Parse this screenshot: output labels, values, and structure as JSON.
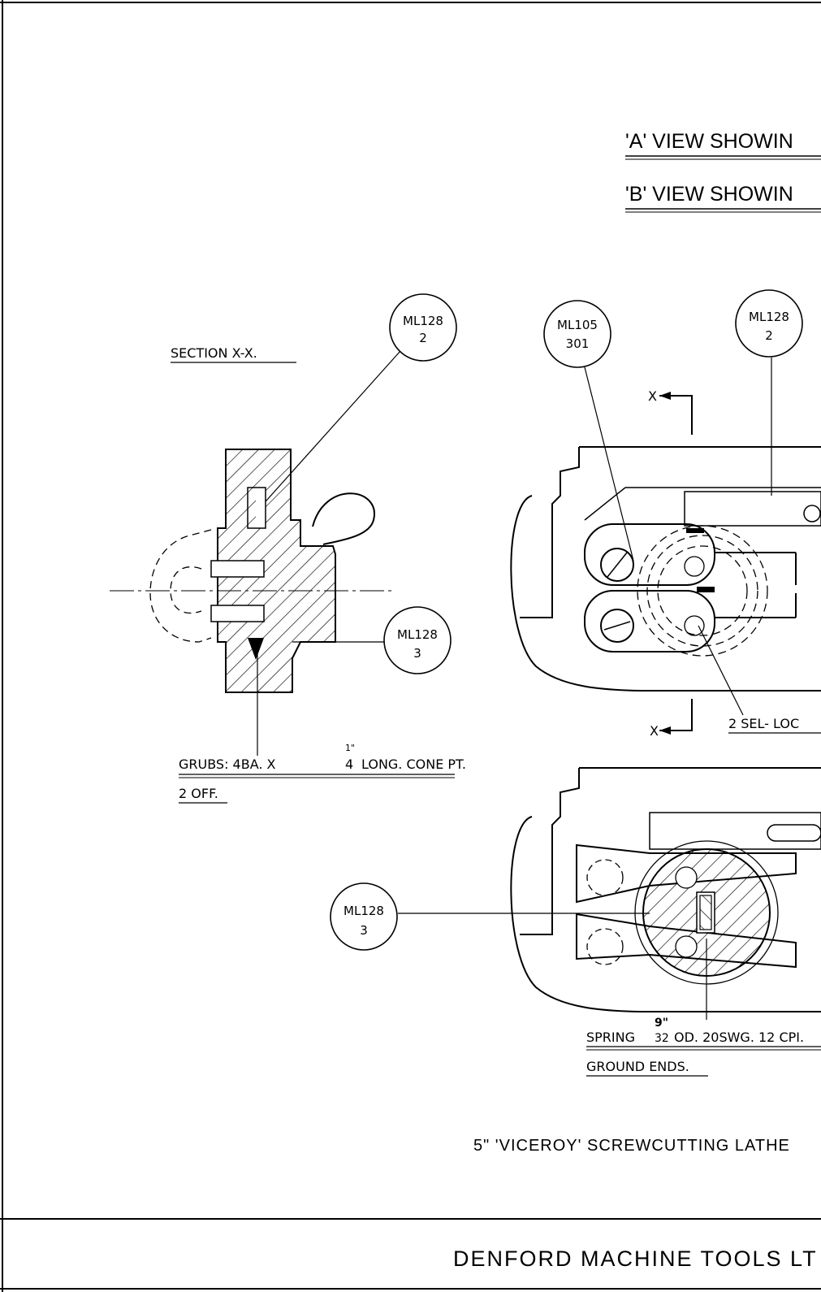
{
  "views": {
    "view_a": "'A' VIEW SHOWIN",
    "view_b": "'B' VIEW SHOWIN"
  },
  "section": {
    "title": "SECTION  X-X.",
    "grubs_line1": "GRUBS: 4BA. X  1/4  LONG.  CONE  PT.",
    "grubs_fraction_num": "1\"",
    "grubs_fraction_den": "4",
    "grubs_prefix": "GRUBS: 4BA. X",
    "grubs_suffix": "LONG.  CONE  PT.",
    "grubs_line2": "2  OFF."
  },
  "balloons": [
    {
      "code": "ML128",
      "num": "2"
    },
    {
      "code": "ML105",
      "num": "301"
    },
    {
      "code": "ML128",
      "num": "2"
    },
    {
      "code": "ML128",
      "num": "3"
    },
    {
      "code": "ML128",
      "num": "3"
    }
  ],
  "section_marks": {
    "top": "X",
    "bottom": "X"
  },
  "notes": {
    "sel_loc": "2  SEL- LOC",
    "spring_prefix": "SPRING",
    "spring_fraction_num": "9\"",
    "spring_fraction_den": "32",
    "spring_suffix": "OD. 20SWG. 12 CPI.",
    "spring_line2": "GROUND  ENDS."
  },
  "drawing_title": "5\"  'VICEROY'  SCREWCUTTING  LATHE",
  "company": "DENFORD  MACHINE  TOOLS  LT"
}
